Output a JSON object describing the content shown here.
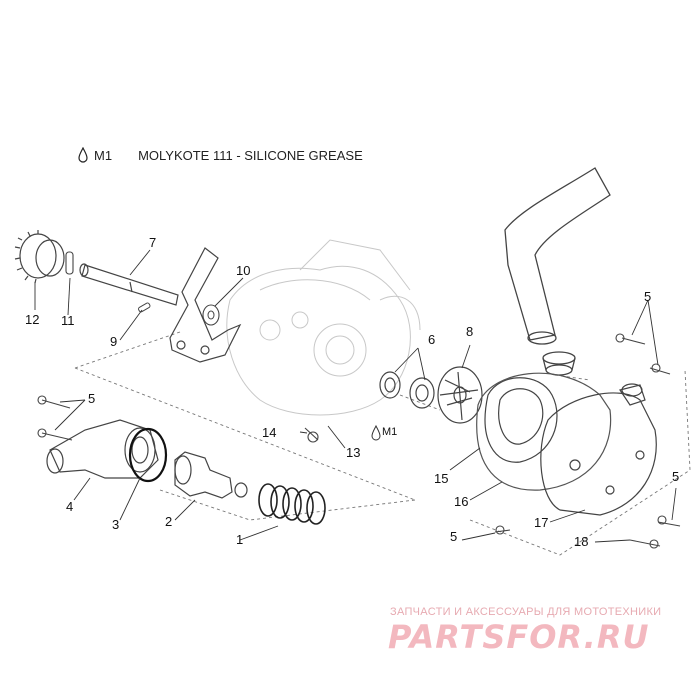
{
  "legend": {
    "symbol_code": "M1",
    "text": "MOLYKOTE 111 - SILICONE GREASE"
  },
  "callouts": [
    {
      "id": "c1",
      "label": "1"
    },
    {
      "id": "c2",
      "label": "2"
    },
    {
      "id": "c3",
      "label": "3"
    },
    {
      "id": "c4",
      "label": "4"
    },
    {
      "id": "c5a",
      "label": "5"
    },
    {
      "id": "c5b",
      "label": "5"
    },
    {
      "id": "c5c",
      "label": "5"
    },
    {
      "id": "c5d",
      "label": "5"
    },
    {
      "id": "c6",
      "label": "6"
    },
    {
      "id": "c7",
      "label": "7"
    },
    {
      "id": "c8",
      "label": "8"
    },
    {
      "id": "c9",
      "label": "9"
    },
    {
      "id": "c10",
      "label": "10"
    },
    {
      "id": "c11",
      "label": "11"
    },
    {
      "id": "c12",
      "label": "12"
    },
    {
      "id": "c13",
      "label": "13"
    },
    {
      "id": "c14",
      "label": "14"
    },
    {
      "id": "c15",
      "label": "15"
    },
    {
      "id": "c16",
      "label": "16"
    },
    {
      "id": "c17",
      "label": "17"
    },
    {
      "id": "c18",
      "label": "18"
    }
  ],
  "m1_marker": "M1",
  "watermark": {
    "subtitle": "ЗАПЧАСТИ И АКСЕССУАРЫ ДЛЯ МОТОТЕХНИКИ",
    "logo": "PARTSFOR.RU"
  },
  "colors": {
    "line": "#555555",
    "faint": "#bdbdbd",
    "watermark": "#f3b8bf"
  }
}
